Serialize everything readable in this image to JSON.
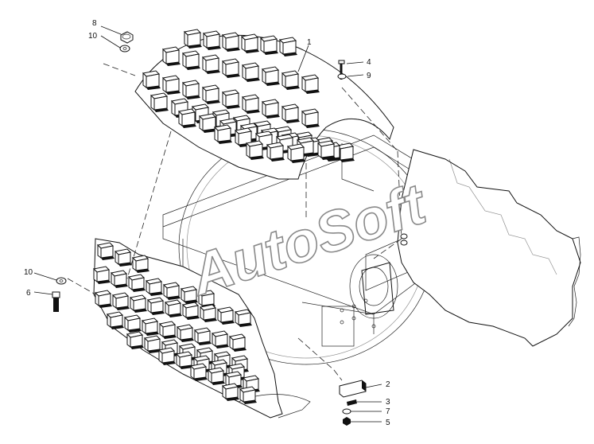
{
  "watermark": {
    "text": "AutoSoft"
  },
  "callouts": {
    "c1": "1",
    "c2": "2",
    "c3": "3",
    "c4": "4",
    "c5": "5",
    "c6": "6",
    "c7": "7",
    "c8": "8",
    "c9": "9",
    "c10_top": "10",
    "c10_left": "10"
  }
}
